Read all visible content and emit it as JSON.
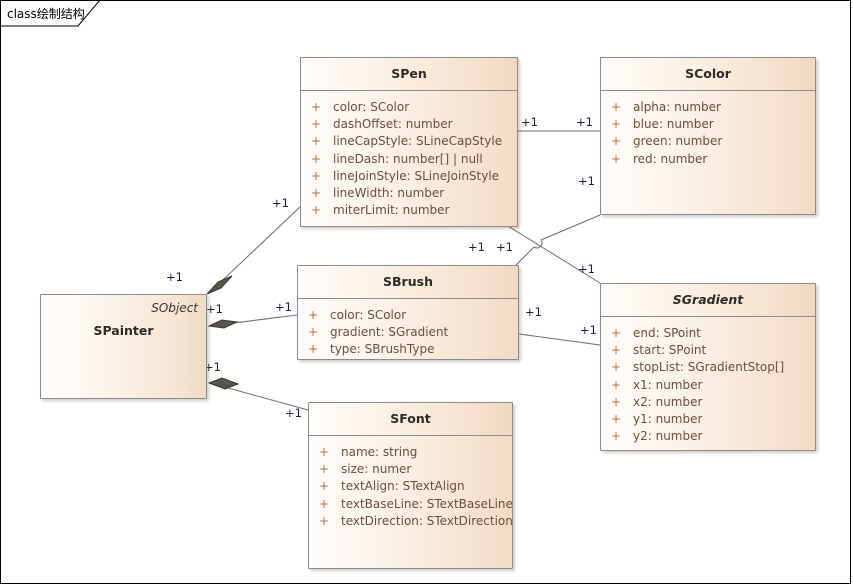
{
  "diagram": {
    "tab_label": "class绘制结构",
    "colors": {
      "box_fill_light": "#fefcfa",
      "box_fill_dark": "#f2dbc6",
      "box_border": "#8c8c8c",
      "connector": "#6e6e6e",
      "diamond": "#58544e",
      "attr_text": "#6b4f3f",
      "visibility_text": "#b5744a",
      "title_text": "#2e2b28",
      "multiplicity_text": "#1c1c3c",
      "frame_border": "#000000"
    }
  },
  "classes": {
    "spen": {
      "name": "SPen",
      "abstract": false,
      "attributes": [
        {
          "visibility": "+",
          "signature": "color: SColor"
        },
        {
          "visibility": "+",
          "signature": "dashOffset: number"
        },
        {
          "visibility": "+",
          "signature": "lineCapStyle: SLineCapStyle"
        },
        {
          "visibility": "+",
          "signature": "lineDash: number[] | null"
        },
        {
          "visibility": "+",
          "signature": "lineJoinStyle: SLineJoinStyle"
        },
        {
          "visibility": "+",
          "signature": "lineWidth: number"
        },
        {
          "visibility": "+",
          "signature": "miterLimit: number"
        }
      ]
    },
    "scolor": {
      "name": "SColor",
      "abstract": false,
      "attributes": [
        {
          "visibility": "+",
          "signature": "alpha: number"
        },
        {
          "visibility": "+",
          "signature": "blue: number"
        },
        {
          "visibility": "+",
          "signature": "green: number"
        },
        {
          "visibility": "+",
          "signature": "red: number"
        }
      ]
    },
    "sbrush": {
      "name": "SBrush",
      "abstract": false,
      "attributes": [
        {
          "visibility": "+",
          "signature": "color: SColor"
        },
        {
          "visibility": "+",
          "signature": "gradient: SGradient"
        },
        {
          "visibility": "+",
          "signature": "type: SBrushType"
        }
      ]
    },
    "sgradient": {
      "name": "SGradient",
      "abstract": true,
      "attributes": [
        {
          "visibility": "+",
          "signature": "end: SPoint"
        },
        {
          "visibility": "+",
          "signature": "start: SPoint"
        },
        {
          "visibility": "+",
          "signature": "stopList: SGradientStop[]"
        },
        {
          "visibility": "+",
          "signature": "x1: number"
        },
        {
          "visibility": "+",
          "signature": "x2: number"
        },
        {
          "visibility": "+",
          "signature": "y1: number"
        },
        {
          "visibility": "+",
          "signature": "y2: number"
        }
      ]
    },
    "sfont": {
      "name": "SFont",
      "abstract": false,
      "attributes": [
        {
          "visibility": "+",
          "signature": "name: string"
        },
        {
          "visibility": "+",
          "signature": "size: numer"
        },
        {
          "visibility": "+",
          "signature": "textAlign: STextAlign"
        },
        {
          "visibility": "+",
          "signature": "textBaseLine: STextBaseLine"
        },
        {
          "visibility": "+",
          "signature": "textDirection: STextDirection"
        }
      ]
    },
    "spainter": {
      "name": "SPainter",
      "stereotype": "SObject",
      "abstract": false,
      "attributes": []
    }
  },
  "multiplicities": {
    "spainter_to_spen_src": "+1",
    "spainter_to_spen_tgt": "+1",
    "spainter_to_sbrush_src": "+1",
    "spainter_to_sbrush_tgt": "+1",
    "spainter_to_sfont_src": "+1",
    "spainter_to_sfont_tgt": "+1",
    "spen_to_scolor_src": "+1",
    "spen_to_scolor_tgt": "+1",
    "sbrush_to_scolor_src": "+1",
    "sbrush_to_scolor_tgt": "+1",
    "sbrush_to_sgradient_src": "+1",
    "sbrush_to_sgradient_tgt": "+1"
  }
}
